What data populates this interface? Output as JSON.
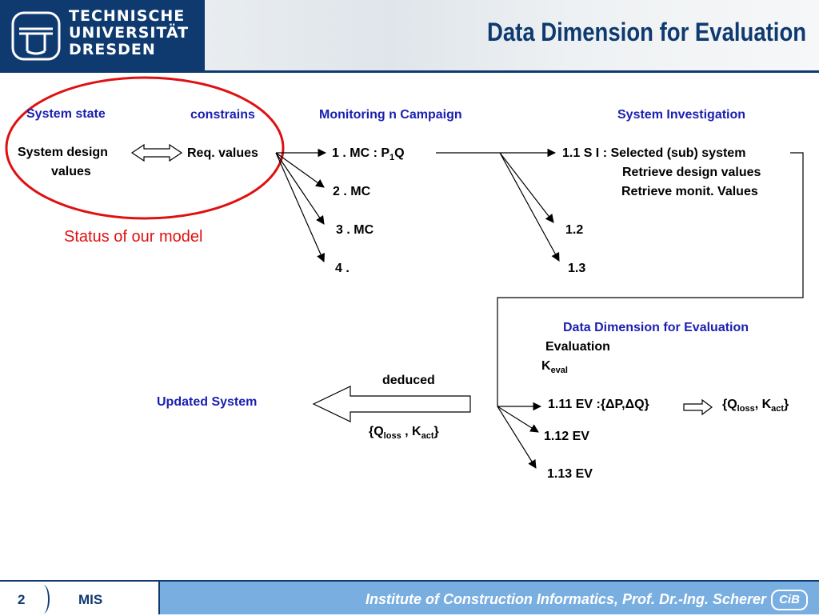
{
  "header": {
    "logo_line1": "TECHNISCHE",
    "logo_line2": "UNIVERSITÄT",
    "logo_line3": "DRESDEN",
    "title": "Data Dimension for Evaluation"
  },
  "diagram": {
    "system_state": "System state",
    "system_design_1": "System design",
    "system_design_2": "values",
    "constrains": "constrains",
    "req_values": "Req. values",
    "status_model": "Status of our model",
    "monitoring": "Monitoring n Campaign",
    "mc1_a": "1 . MC : P",
    "mc1_sub": "1",
    "mc1_b": "Q",
    "mc2": "2 . MC",
    "mc3": "3 . MC",
    "mc4": "4 .",
    "system_investigation": "System Investigation",
    "si_1": "1.1 S I : Selected (sub) system",
    "si_2": "Retrieve design values",
    "si_3": "Retrieve monit. Values",
    "n12": "1.2",
    "n13": "1.3",
    "dde": "Data Dimension for Evaluation",
    "evaluation": "Evaluation",
    "keval_k": "K",
    "keval_sub": "eval",
    "ev11": "1.11 EV :{ΔP,ΔQ}",
    "ev12": "1.12 EV",
    "ev13": "1.13 EV",
    "q_open": "{Q",
    "q_loss": "loss",
    "q_mid": ", K",
    "q_act": "act",
    "q_close": "}",
    "q2_mid": " , K",
    "deduced": "deduced",
    "updated_system": "Updated System"
  },
  "footer": {
    "page": "2",
    "section": "MIS",
    "institute": "Institute of Construction Informatics, Prof. Dr.-Ing. Scherer",
    "logo": "CiB"
  },
  "colors": {
    "brand": "#0e3a70",
    "label_blue": "#1a1fb0",
    "highlight_red": "#e01010",
    "footer_bar": "#79aee0"
  }
}
